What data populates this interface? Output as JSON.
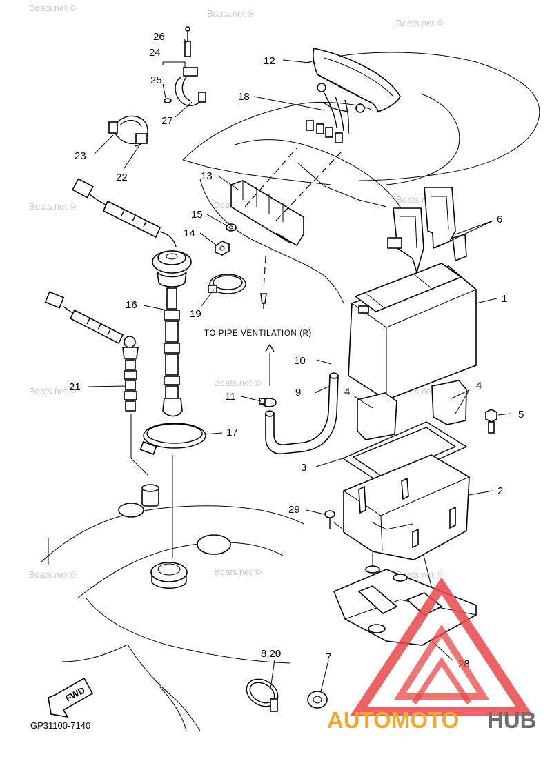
{
  "watermark": "Boats.net ©",
  "caption": "TO PIPE VENTILATION (R)",
  "fwd": "FWD",
  "figure_code": "GP31100-7140",
  "brand": {
    "part1": "AUTOMOTO",
    "part2": "HUB"
  },
  "callouts": {
    "p1": "1",
    "p2": "2",
    "p3": "3",
    "p4a": "4",
    "p4b": "4",
    "p5": "5",
    "p6": "6",
    "p7": "7",
    "p820": "8,20",
    "p9": "9",
    "p10": "10",
    "p11": "11",
    "p12": "12",
    "p13": "13",
    "p14": "14",
    "p15": "15",
    "p16": "16",
    "p17": "17",
    "p18": "18",
    "p19": "19",
    "p21": "21",
    "p22": "22",
    "p23": "23",
    "p24": "24",
    "p25": "25",
    "p26": "26",
    "p27": "27",
    "p28": "28",
    "p29": "29"
  },
  "colors": {
    "line": "#000000",
    "watermark": "#c9c9c9",
    "brand_orange": "#f2a72e",
    "brand_gray": "#6e6e6e",
    "logo_red": "#e8484a"
  }
}
